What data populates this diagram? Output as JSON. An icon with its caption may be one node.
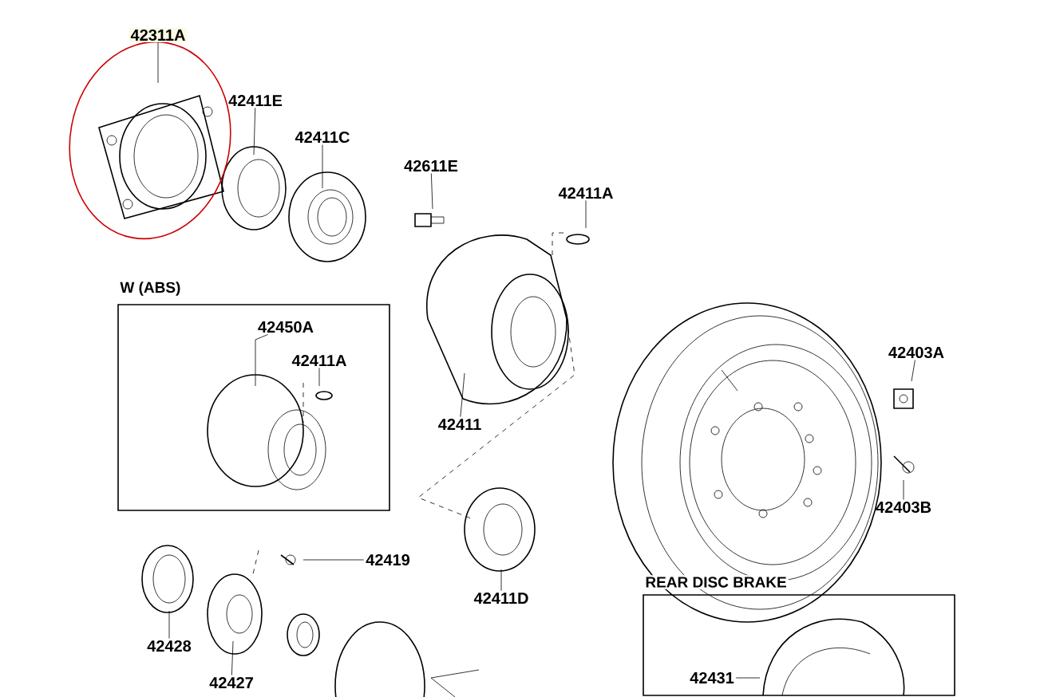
{
  "diagram": {
    "nodes": [
      {
        "text": [
          "42311A"
        ]
      },
      {
        "text": [
          "42411E"
        ]
      },
      {
        "text": [
          "42411C"
        ]
      },
      {
        "text": [
          "42611E"
        ]
      },
      {
        "text": [
          "42411A"
        ]
      },
      {
        "text": [
          "W (ABS)"
        ]
      },
      {
        "text": [
          "42450A"
        ],
        "in": 5
      },
      {
        "text": [
          "42411A"
        ],
        "in": 5
      },
      {
        "text": [
          "42411"
        ]
      },
      {
        "text": [
          "42403A"
        ]
      },
      {
        "text": [
          "42403B"
        ]
      },
      {
        "text": [
          "42419"
        ]
      },
      {
        "text": [
          "42411D"
        ]
      },
      {
        "text": [
          "42428"
        ]
      },
      {
        "text": [
          "42427"
        ]
      },
      {
        "text": [
          "REAR DISC BRAKE"
        ]
      },
      {
        "text": [
          "42431"
        ],
        "in": 15
      }
    ],
    "edges": [
      {
        "from": 0,
        "to": null,
        "arrow": "none"
      },
      {
        "from": 1,
        "to": null,
        "arrow": "none"
      },
      {
        "from": 2,
        "to": null,
        "arrow": "none"
      },
      {
        "from": 3,
        "to": null,
        "arrow": "none"
      },
      {
        "from": 4,
        "to": null,
        "arrow": "none"
      },
      {
        "from": 6,
        "to": null,
        "arrow": "none"
      },
      {
        "from": 7,
        "to": null,
        "arrow": "none"
      },
      {
        "from": 8,
        "to": null,
        "arrow": "none"
      },
      {
        "from": 9,
        "to": null,
        "arrow": "none"
      },
      {
        "from": 10,
        "to": null,
        "arrow": "none"
      },
      {
        "from": 11,
        "to": null,
        "arrow": "none"
      },
      {
        "from": 12,
        "to": null,
        "arrow": "none"
      },
      {
        "from": 13,
        "to": null,
        "arrow": "none"
      },
      {
        "from": 14,
        "to": null,
        "arrow": "none"
      },
      {
        "from": 16,
        "to": null,
        "arrow": "none"
      }
    ]
  }
}
